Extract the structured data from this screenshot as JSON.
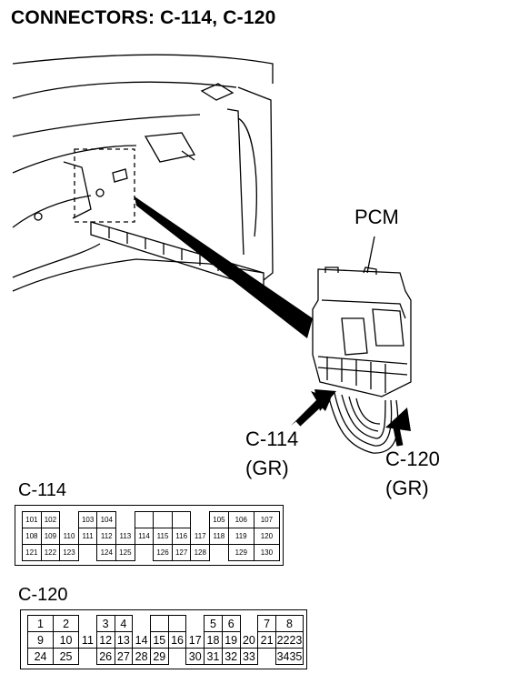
{
  "title": "CONNECTORS: C-114, C-120",
  "labels": {
    "pcm": "PCM",
    "c114_callout": "C-114",
    "c114_color": "(GR)",
    "c120_callout": "C-120",
    "c120_color": "(GR)"
  },
  "c114": {
    "label": "C-114",
    "rows": [
      [
        "101",
        "102",
        "",
        "103",
        "104",
        "",
        "",
        "",
        "",
        "",
        "105",
        "106",
        "107"
      ],
      [
        "108",
        "109",
        "110",
        "111",
        "112",
        "113",
        "114",
        "115",
        "116",
        "117",
        "118",
        "119",
        "120"
      ],
      [
        "121",
        "122",
        "123",
        "",
        "124",
        "125",
        "",
        "126",
        "127",
        "128",
        "",
        "129",
        "130"
      ]
    ]
  },
  "c120": {
    "label": "C-120",
    "rows": [
      [
        "1",
        "2",
        "",
        "3",
        "4",
        "",
        "",
        "",
        "",
        "5",
        "6",
        "",
        "7",
        "8"
      ],
      [
        "9",
        "10",
        "11",
        "12",
        "13",
        "14",
        "15",
        "16",
        "17",
        "18",
        "19",
        "20",
        "21",
        "22",
        "23"
      ],
      [
        "24",
        "25",
        "",
        "26",
        "27",
        "28",
        "29",
        "",
        "30",
        "31",
        "32",
        "33",
        "",
        "34",
        "35"
      ]
    ]
  }
}
